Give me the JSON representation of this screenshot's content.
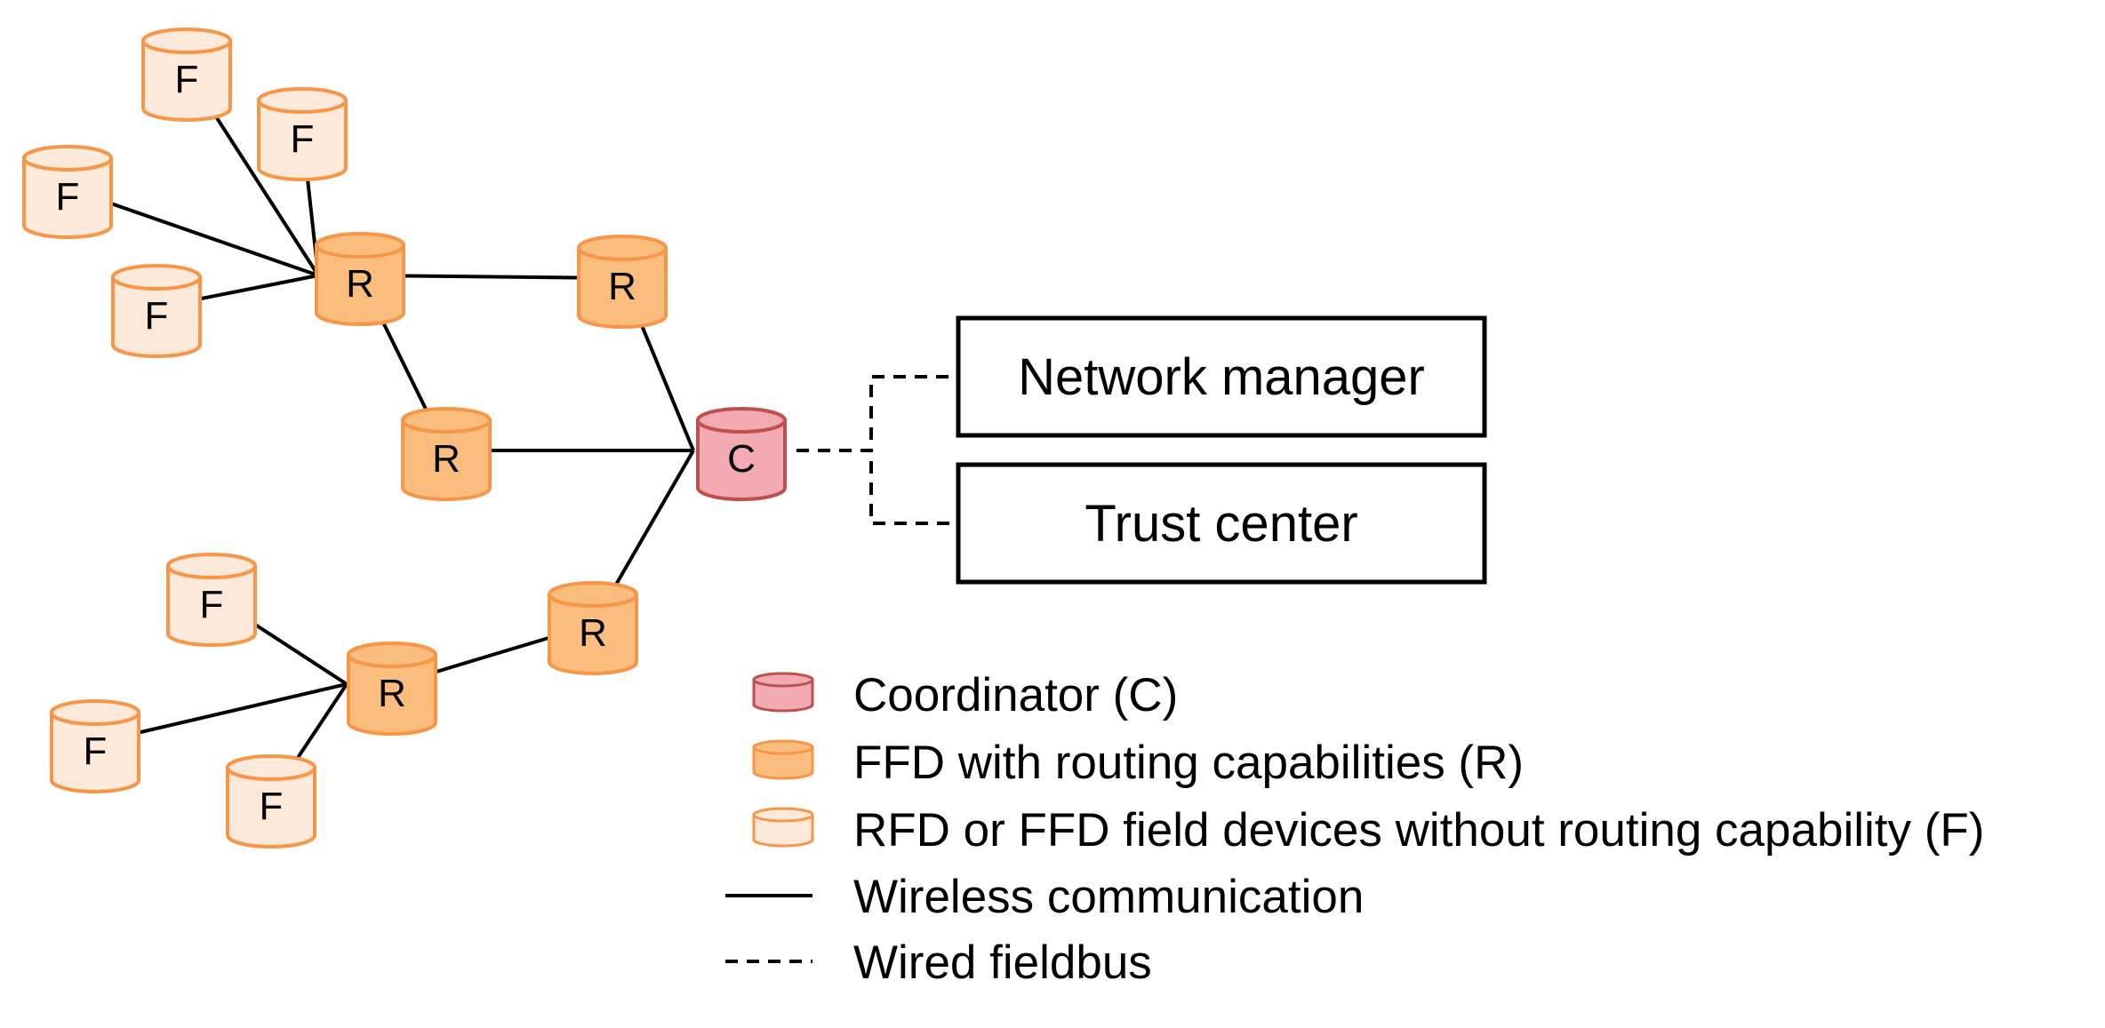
{
  "colors": {
    "coordinator_fill": "#f3aab3",
    "coordinator_stroke": "#c0504d",
    "router_fill": "#fbbd7e",
    "router_stroke": "#f79646",
    "field_fill": "#fde9d9",
    "field_stroke": "#f79646",
    "line": "#000000"
  },
  "nodes": [
    {
      "id": "f1",
      "kind": "field",
      "label": "F"
    },
    {
      "id": "f2",
      "kind": "field",
      "label": "F"
    },
    {
      "id": "f3",
      "kind": "field",
      "label": "F"
    },
    {
      "id": "f4",
      "kind": "field",
      "label": "F"
    },
    {
      "id": "r1",
      "kind": "router",
      "label": "R"
    },
    {
      "id": "r2",
      "kind": "router",
      "label": "R"
    },
    {
      "id": "r3",
      "kind": "router",
      "label": "R"
    },
    {
      "id": "c",
      "kind": "coordinator",
      "label": "C"
    },
    {
      "id": "r4",
      "kind": "router",
      "label": "R"
    },
    {
      "id": "r5",
      "kind": "router",
      "label": "R"
    },
    {
      "id": "f5",
      "kind": "field",
      "label": "F"
    },
    {
      "id": "f6",
      "kind": "field",
      "label": "F"
    },
    {
      "id": "f7",
      "kind": "field",
      "label": "F"
    }
  ],
  "links": [
    {
      "from": "f1",
      "to": "r1",
      "type": "wireless"
    },
    {
      "from": "f2",
      "to": "r1",
      "type": "wireless"
    },
    {
      "from": "f3",
      "to": "r1",
      "type": "wireless"
    },
    {
      "from": "f4",
      "to": "r1",
      "type": "wireless"
    },
    {
      "from": "r1",
      "to": "r2",
      "type": "wireless"
    },
    {
      "from": "r1",
      "to": "r3",
      "type": "wireless"
    },
    {
      "from": "r2",
      "to": "c",
      "type": "wireless"
    },
    {
      "from": "r3",
      "to": "c",
      "type": "wireless"
    },
    {
      "from": "r4",
      "to": "c",
      "type": "wireless"
    },
    {
      "from": "r5",
      "to": "r4",
      "type": "wireless"
    },
    {
      "from": "f5",
      "to": "r5",
      "type": "wireless"
    },
    {
      "from": "f6",
      "to": "r5",
      "type": "wireless"
    },
    {
      "from": "f7",
      "to": "r5",
      "type": "wireless"
    },
    {
      "from": "c",
      "to": "network_manager",
      "type": "wired"
    },
    {
      "from": "c",
      "to": "trust_center",
      "type": "wired"
    }
  ],
  "boxes": {
    "network_manager": "Network manager",
    "trust_center": "Trust center"
  },
  "legend": {
    "coordinator": "Coordinator (C)",
    "router": "FFD with routing capabilities (R)",
    "field": "RFD or FFD field devices without routing capability (F)",
    "wireless": "Wireless communication",
    "wired": "Wired fieldbus"
  }
}
